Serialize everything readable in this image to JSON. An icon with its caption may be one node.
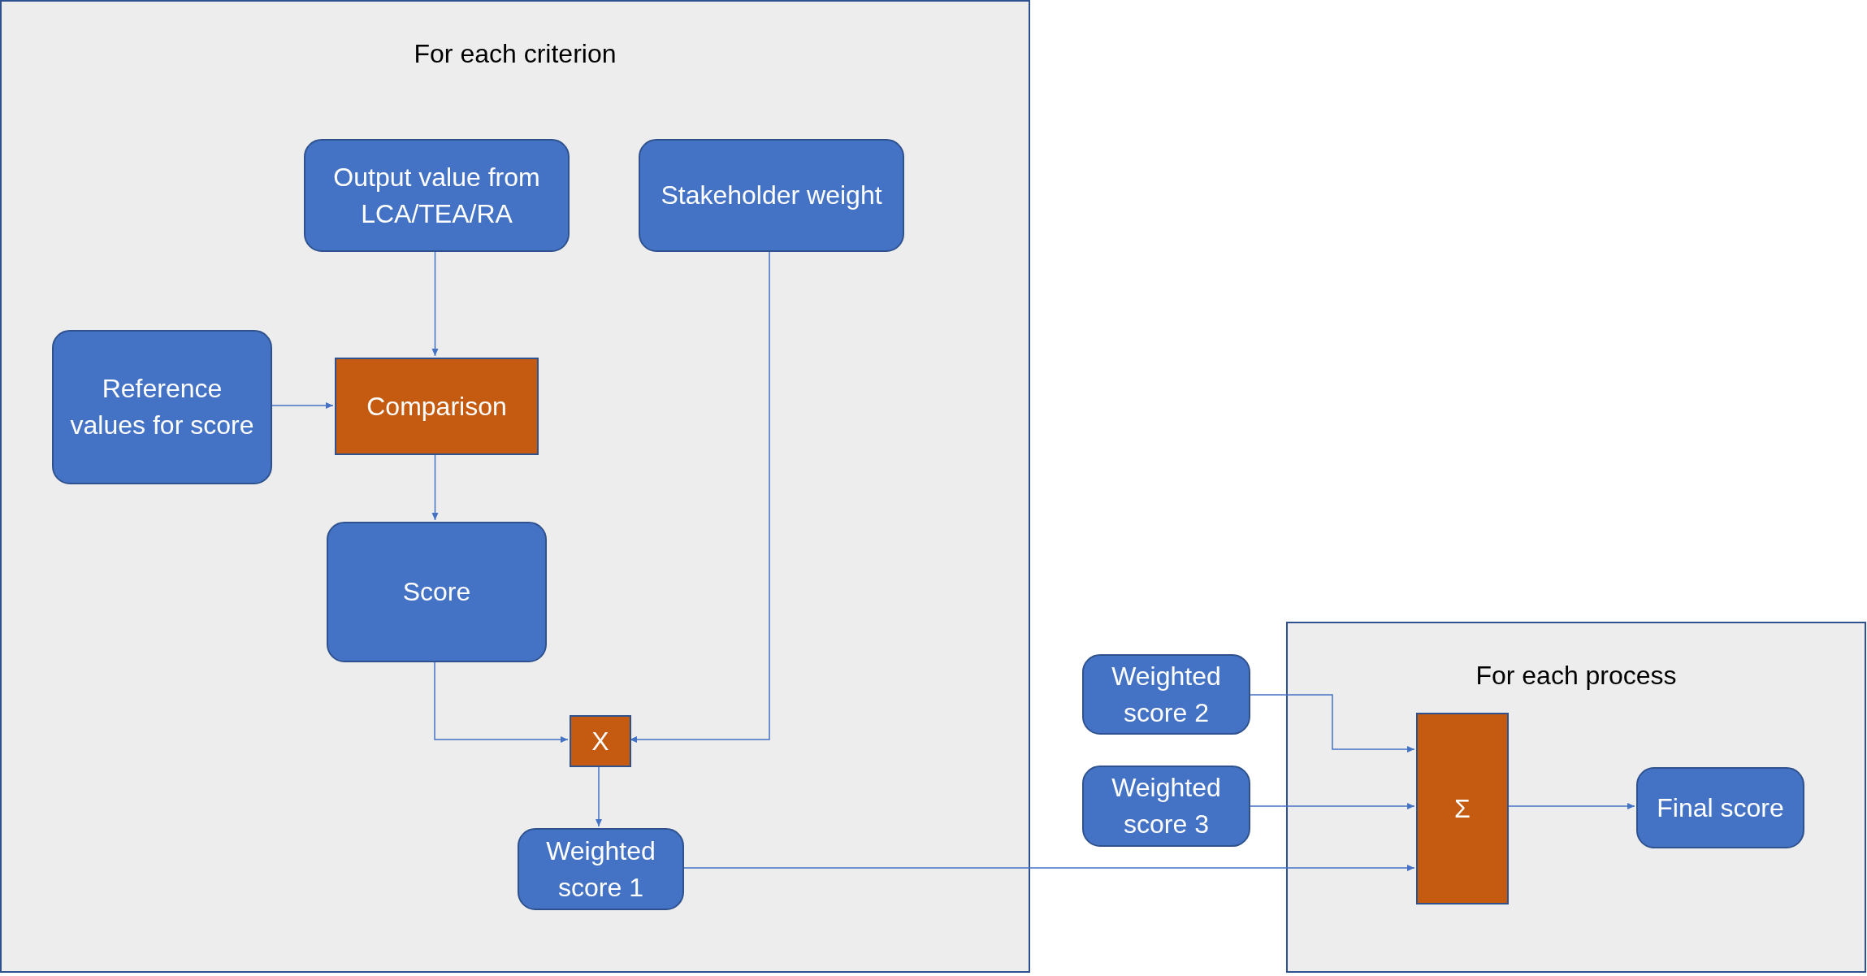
{
  "diagram": {
    "nodes": [
      {
        "text": [
          "For each criterion"
        ]
      },
      {
        "text": [
          "Output value from LCA/TEA/RA"
        ],
        "in": 0
      },
      {
        "text": [
          "Stakeholder weight"
        ],
        "in": 0
      },
      {
        "text": [
          "Reference values for score"
        ],
        "in": 0
      },
      {
        "text": [
          "Comparison"
        ],
        "in": 0
      },
      {
        "text": [
          "Score"
        ],
        "in": 0
      },
      {
        "text": [
          "X"
        ],
        "in": 0
      },
      {
        "text": [
          "Weighted score 1"
        ],
        "in": 0
      },
      {
        "text": [
          "Weighted score 2"
        ]
      },
      {
        "text": [
          "Weighted score 3"
        ]
      },
      {
        "text": [
          "For each process"
        ]
      },
      {
        "text": [
          "Σ"
        ],
        "in": 10
      },
      {
        "text": [
          "Final score"
        ],
        "in": 10
      }
    ],
    "edges": [
      {
        "from": 1,
        "to": 4,
        "arrow": "to"
      },
      {
        "from": 3,
        "to": 4,
        "arrow": "to"
      },
      {
        "from": 4,
        "to": 5,
        "arrow": "to"
      },
      {
        "from": 5,
        "to": 6,
        "arrow": "to"
      },
      {
        "from": 2,
        "to": 6,
        "arrow": "to"
      },
      {
        "from": 6,
        "to": 7,
        "arrow": "to"
      },
      {
        "from": 7,
        "to": 11,
        "arrow": "to"
      },
      {
        "from": 8,
        "to": 11,
        "arrow": "to"
      },
      {
        "from": 9,
        "to": 11,
        "arrow": "to"
      },
      {
        "from": 11,
        "to": 12,
        "arrow": "to"
      }
    ]
  }
}
